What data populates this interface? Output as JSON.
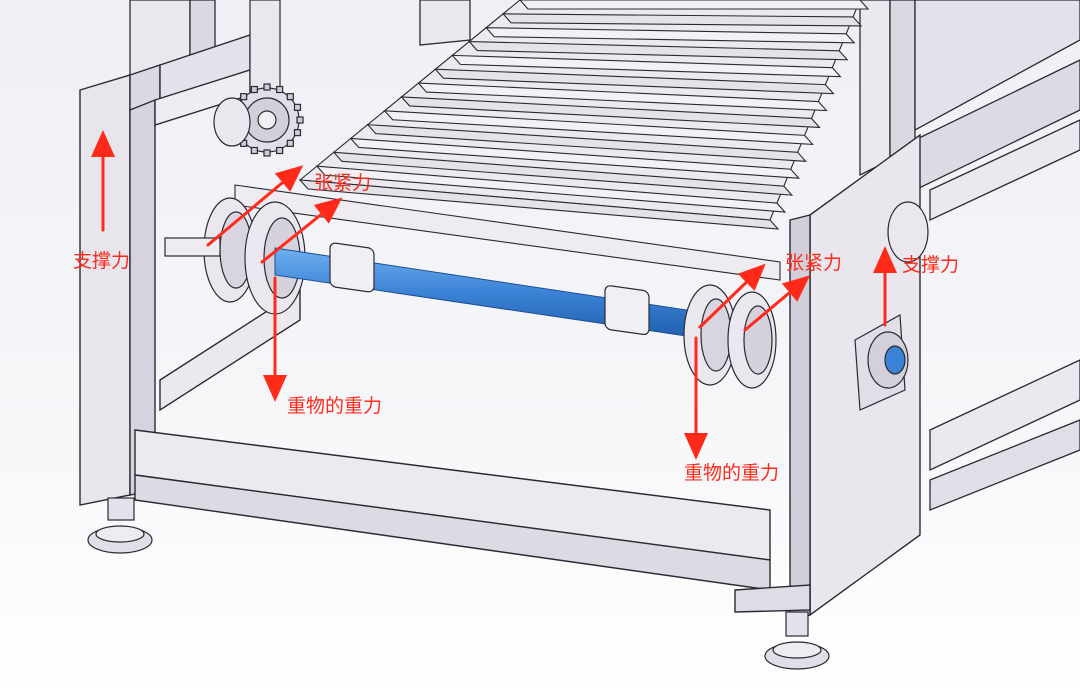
{
  "colors": {
    "annotation": "#ff2a1a",
    "frame_fill": "#e8e4ec",
    "frame_edge": "#2a2a33",
    "shaft": "#3b82d6",
    "shaft_dark": "#1f5fae",
    "background": "#f2f3f7"
  },
  "labels": {
    "support_left": "支撑力",
    "support_right": "支撑力",
    "tension_top_left": "张紧力",
    "tension_top_right": "张紧力",
    "gravity_left": "重物的重力",
    "gravity_right": "重物的重力"
  },
  "icons": {
    "arrow": "force-arrow-icon",
    "sprocket": "sprocket-icon",
    "bearing": "bearing-icon",
    "foot": "leveling-foot-icon"
  }
}
